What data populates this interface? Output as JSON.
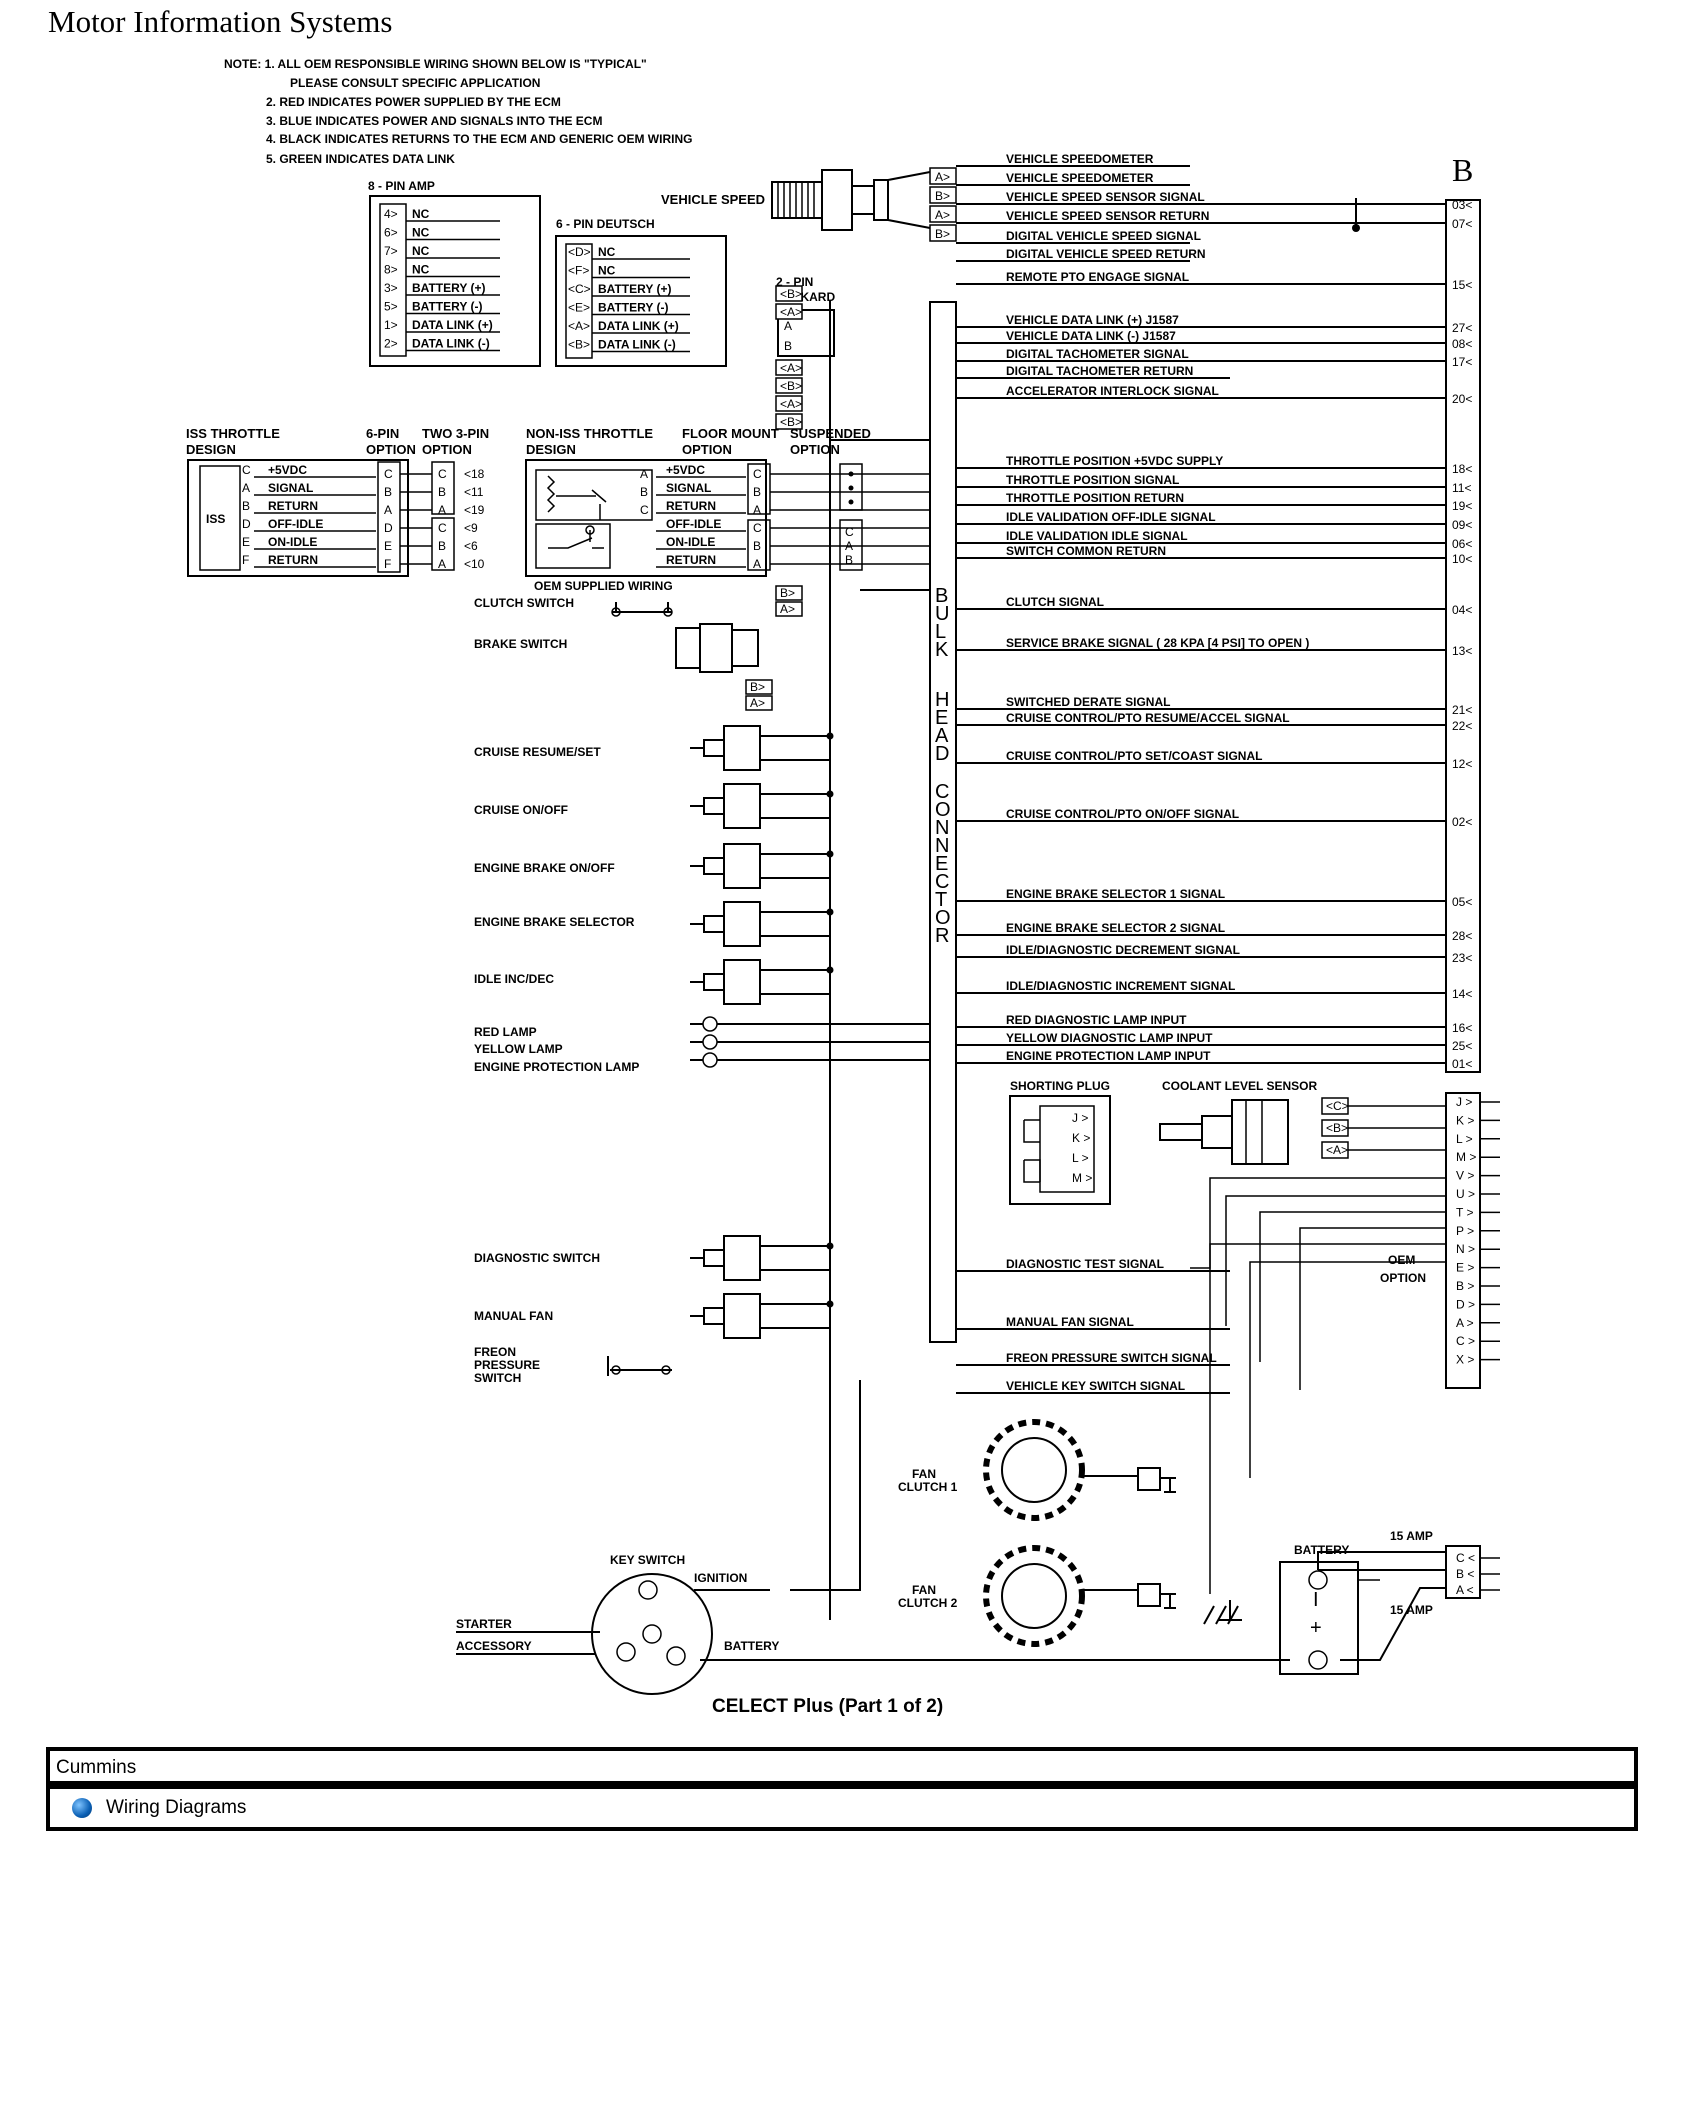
{
  "header": {
    "title": "Motor Information Systems"
  },
  "diagram": {
    "notes": [
      "NOTE: 1. ALL OEM RESPONSIBLE WIRING SHOWN BELOW IS \"TYPICAL\"",
      "PLEASE CONSULT SPECIFIC APPLICATION",
      "2. RED INDICATES POWER SUPPLIED BY THE ECM",
      "3. BLUE INDICATES POWER AND SIGNALS INTO THE ECM",
      "4. BLACK INDICATES RETURNS TO THE ECM AND GENERIC OEM WIRING",
      "5. GREEN INDICATES DATA LINK"
    ],
    "connector_label": "B",
    "caption": "CELECT Plus (Part 1 of 2)",
    "bulkhead_letters": [
      "B",
      "U",
      "L",
      "K",
      "H",
      "E",
      "A",
      "D",
      "C",
      "O",
      "N",
      "N",
      "E",
      "C",
      "T",
      "O",
      "R"
    ],
    "connectors": {
      "pin8": {
        "title": "8 - PIN AMP",
        "pins": [
          "4",
          "6",
          "7",
          "8",
          "3",
          "5",
          "1",
          "2"
        ],
        "labels": [
          "NC",
          "NC",
          "NC",
          "NC",
          "BATTERY (+)",
          "BATTERY (-)",
          "DATA LINK (+)",
          "DATA LINK (-)"
        ]
      },
      "pin6": {
        "title": "6 - PIN DEUTSCH",
        "pins": [
          "D",
          "F",
          "C",
          "E",
          "A",
          "B"
        ],
        "labels": [
          "NC",
          "NC",
          "BATTERY (+)",
          "BATTERY (-)",
          "DATA LINK (+)",
          "DATA LINK (-)"
        ]
      },
      "pin2": {
        "title_1": "2 - PIN",
        "title_2": "PACKARD",
        "pins": [
          "A",
          "B"
        ]
      }
    },
    "throttle": {
      "iss_title_1": "ISS THROTTLE",
      "iss_title_2": "DESIGN",
      "iss_box": "ISS",
      "opt6_1": "6-PIN",
      "opt6_2": "OPTION",
      "opt3_1": "TWO 3-PIN",
      "opt3_2": "OPTION",
      "noniss_1": "NON-ISS THROTTLE",
      "noniss_2": "DESIGN",
      "floor_1": "FLOOR MOUNT",
      "floor_2": "OPTION",
      "susp_1": "SUSPENDED",
      "susp_2": "OPTION",
      "iss_pins": [
        "C",
        "A",
        "B",
        "D",
        "E",
        "F"
      ],
      "iss_labels": [
        "+5VDC",
        "SIGNAL",
        "RETURN",
        "OFF-IDLE",
        "ON-IDLE",
        "RETURN"
      ],
      "six_pins": [
        "C",
        "B",
        "A",
        "D",
        "E",
        "F"
      ],
      "three_pins": [
        "C",
        "B",
        "A",
        "C",
        "B",
        "A"
      ],
      "three_nums": [
        "18",
        "11",
        "19",
        "9",
        "6",
        "10"
      ],
      "noniss_labels": [
        "+5VDC",
        "SIGNAL",
        "RETURN",
        "OFF-IDLE",
        "ON-IDLE",
        "RETURN"
      ],
      "noniss_pins": [
        "A",
        "B",
        "C"
      ],
      "floor_pins": [
        "C",
        "B",
        "A",
        "C",
        "B",
        "A"
      ],
      "susp_pins": [
        "C",
        "A",
        "B"
      ],
      "oem_wiring": "OEM SUPPLIED WIRING"
    },
    "left_labels": {
      "vehicle_speed": "VEHICLE SPEED",
      "clutch_switch": "CLUTCH SWITCH",
      "brake_switch": "BRAKE SWITCH",
      "cruise_resume": "CRUISE RESUME/SET",
      "cruise_onoff": "CRUISE ON/OFF",
      "eb_onoff": "ENGINE BRAKE ON/OFF",
      "eb_selector": "ENGINE BRAKE SELECTOR",
      "idle_incdec": "IDLE INC/DEC",
      "red_lamp": "RED LAMP",
      "yellow_lamp": "YELLOW LAMP",
      "ep_lamp": "ENGINE PROTECTION LAMP",
      "diag_switch": "DIAGNOSTIC SWITCH",
      "manual_fan": "MANUAL FAN",
      "freon_1": "FREON",
      "freon_2": "PRESSURE",
      "freon_3": "SWITCH",
      "shorting_plug": "SHORTING PLUG",
      "coolant_sensor": "COOLANT LEVEL SENSOR",
      "key_switch": "KEY SWITCH",
      "ignition": "IGNITION",
      "starter": "STARTER",
      "accessory": "ACCESSORY",
      "battery": "BATTERY",
      "battery_title": "BATTERY",
      "fan_clutch": "FAN",
      "clutch1": "CLUTCH 1",
      "clutch2": "CLUTCH 2",
      "amp15": "15 AMP",
      "oem_option_1": "OEM",
      "oem_option_2": "OPTION",
      "battery_minus": "I",
      "battery_plus": "+"
    },
    "signals": [
      {
        "label": "VEHICLE SPEEDOMETER",
        "pin": ""
      },
      {
        "label": "VEHICLE SPEEDOMETER",
        "pin": ""
      },
      {
        "label": "VEHICLE SPEED SENSOR SIGNAL",
        "pin": "03"
      },
      {
        "label": "VEHICLE SPEED SENSOR RETURN",
        "pin": "07"
      },
      {
        "label": "DIGITAL VEHICLE SPEED SIGNAL",
        "pin": ""
      },
      {
        "label": "DIGITAL VEHICLE SPEED RETURN",
        "pin": ""
      },
      {
        "label": "REMOTE PTO ENGAGE SIGNAL",
        "pin": "15"
      },
      {
        "label": "VEHICLE DATA LINK (+) J1587",
        "pin": "27"
      },
      {
        "label": "VEHICLE DATA LINK (-) J1587",
        "pin": "08"
      },
      {
        "label": "DIGITAL TACHOMETER SIGNAL",
        "pin": "17"
      },
      {
        "label": "DIGITAL TACHOMETER RETURN",
        "pin": ""
      },
      {
        "label": "ACCELERATOR INTERLOCK SIGNAL",
        "pin": "20"
      },
      {
        "label": "THROTTLE POSITION +5VDC SUPPLY",
        "pin": "18"
      },
      {
        "label": "THROTTLE POSITION SIGNAL",
        "pin": "11"
      },
      {
        "label": "THROTTLE POSITION RETURN",
        "pin": "19"
      },
      {
        "label": "IDLE VALIDATION OFF-IDLE SIGNAL",
        "pin": "09"
      },
      {
        "label": "IDLE VALIDATION IDLE SIGNAL",
        "pin": "06"
      },
      {
        "label": "SWITCH COMMON RETURN",
        "pin": "10"
      },
      {
        "label": "CLUTCH SIGNAL",
        "pin": "04"
      },
      {
        "label": "SERVICE BRAKE SIGNAL ( 28 KPA [4 PSI] TO OPEN )",
        "pin": "13"
      },
      {
        "label": "SWITCHED DERATE SIGNAL",
        "pin": "21"
      },
      {
        "label": "CRUISE CONTROL/PTO RESUME/ACCEL SIGNAL",
        "pin": "22"
      },
      {
        "label": "CRUISE CONTROL/PTO SET/COAST SIGNAL",
        "pin": "12"
      },
      {
        "label": "CRUISE CONTROL/PTO ON/OFF SIGNAL",
        "pin": "02"
      },
      {
        "label": "ENGINE BRAKE SELECTOR 1 SIGNAL",
        "pin": "05"
      },
      {
        "label": "ENGINE BRAKE SELECTOR 2 SIGNAL",
        "pin": "28"
      },
      {
        "label": "IDLE/DIAGNOSTIC DECREMENT SIGNAL",
        "pin": "23"
      },
      {
        "label": "IDLE/DIAGNOSTIC INCREMENT SIGNAL",
        "pin": "14"
      },
      {
        "label": "RED DIAGNOSTIC LAMP INPUT",
        "pin": "16"
      },
      {
        "label": "YELLOW DIAGNOSTIC LAMP INPUT",
        "pin": "25"
      },
      {
        "label": "ENGINE PROTECTION LAMP INPUT",
        "pin": "01"
      },
      {
        "label": "DIAGNOSTIC TEST SIGNAL",
        "pin": ""
      },
      {
        "label": "MANUAL FAN SIGNAL",
        "pin": ""
      },
      {
        "label": "FREON PRESSURE SWITCH SIGNAL",
        "pin": ""
      },
      {
        "label": "VEHICLE KEY SWITCH SIGNAL",
        "pin": ""
      }
    ],
    "oem_pins": [
      "J",
      "K",
      "L",
      "M",
      "V",
      "U",
      "T",
      "P",
      "N",
      "E",
      "B",
      "D",
      "A",
      "C",
      "X"
    ],
    "shorting_pins": [
      "J",
      "K",
      "L",
      "M"
    ],
    "coolant_pins": [
      "C",
      "B",
      "A"
    ],
    "battery_pins": [
      "C",
      "B",
      "A"
    ],
    "vss_pins": [
      "A",
      "B",
      "A",
      "B"
    ],
    "remote_pins": [
      "B",
      "A"
    ],
    "misc_pins": [
      "A",
      "B",
      "A",
      "B"
    ],
    "clutch_pins": [
      "B",
      "A"
    ],
    "derate_pins": [
      "B",
      "A"
    ]
  },
  "footer": {
    "section": "Cummins",
    "link_label": "Wiring Diagrams"
  }
}
